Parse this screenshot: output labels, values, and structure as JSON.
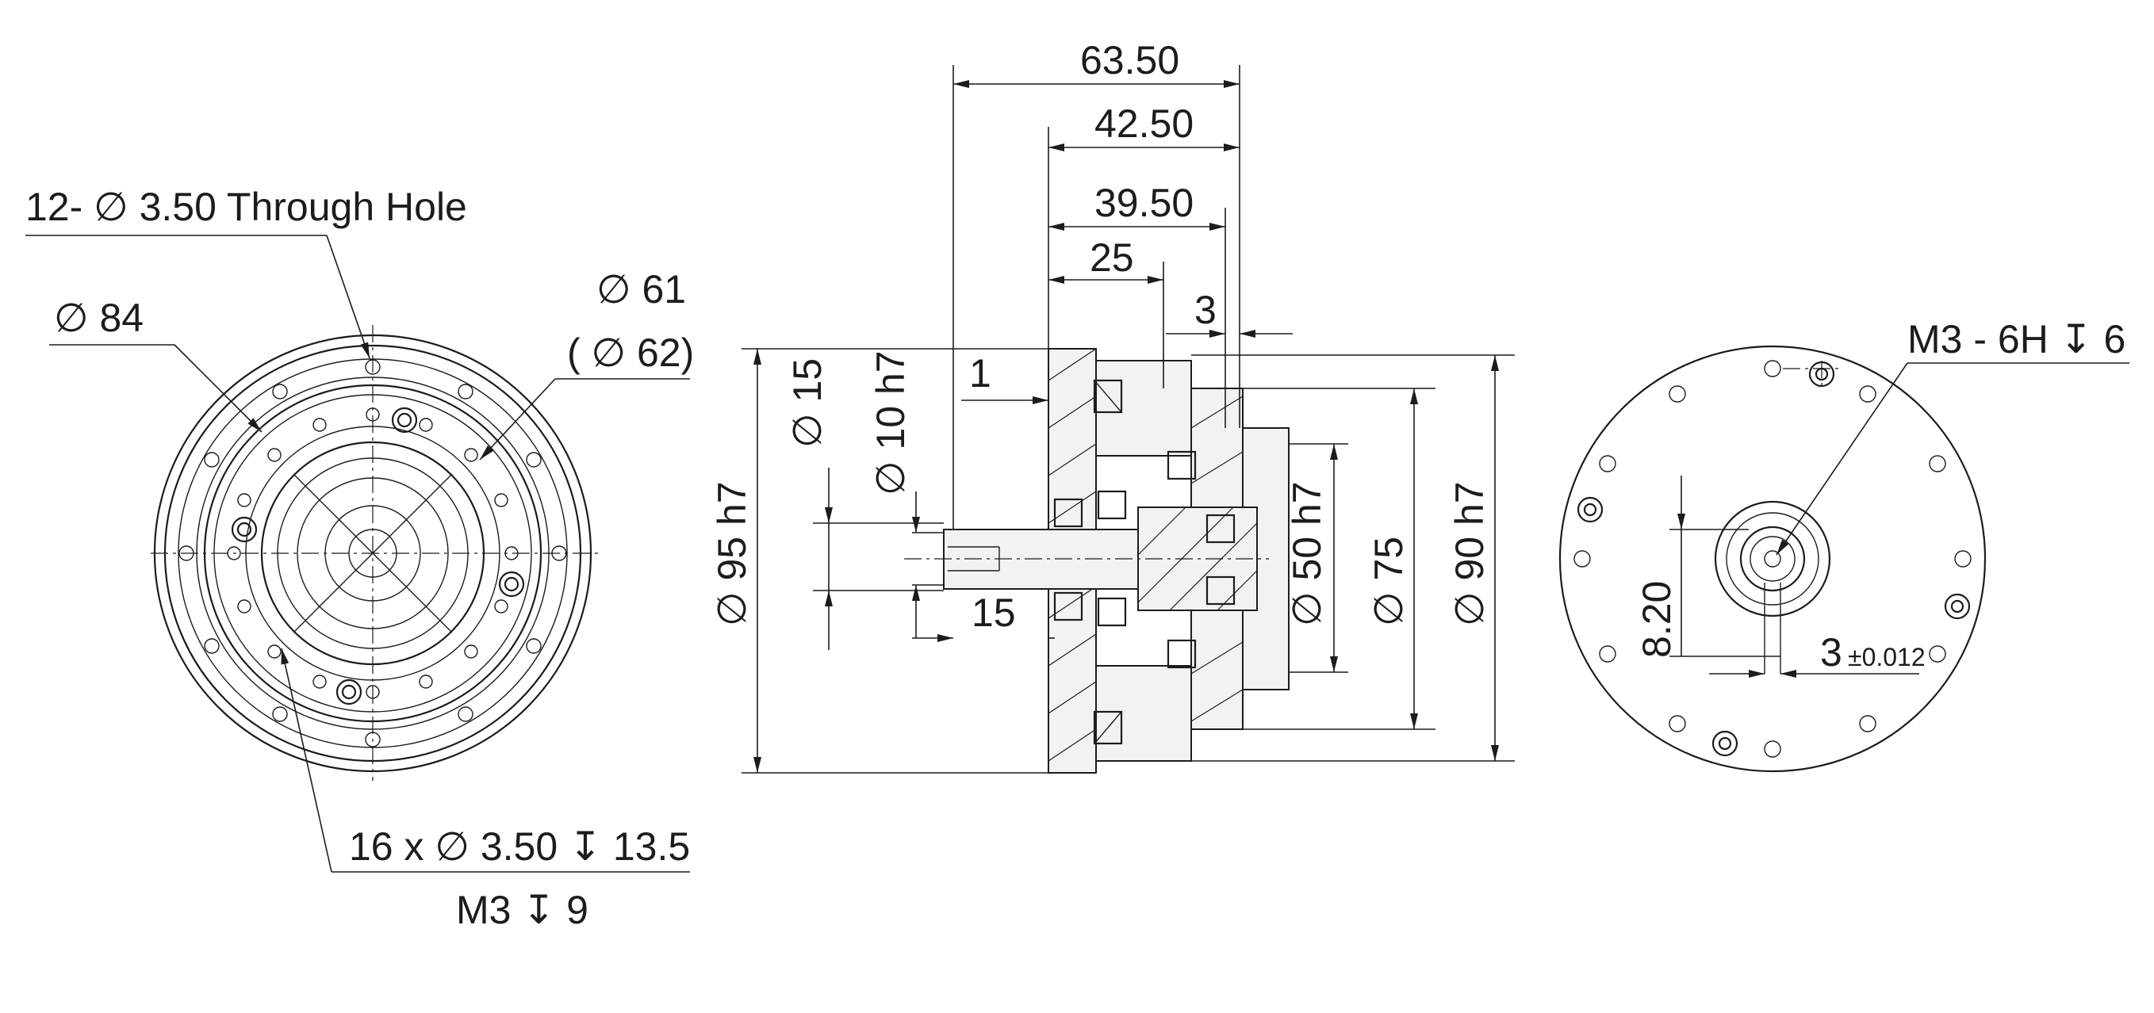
{
  "colors": {
    "line": "#1c1c1c",
    "background": "#ffffff",
    "fill": "#f2f2f2"
  },
  "front_view": {
    "through_hole": "12- ∅ 3.50 Through Hole",
    "outer_diameter": "∅ 84",
    "pcd": "∅ 61",
    "pcd_ref": "( ∅ 62)",
    "tapped_holes": "16 x  ∅  3.50 ↧ 13.5",
    "thread": "M3 ↧ 9"
  },
  "section_view": {
    "len_total": "63.50",
    "len_42": "42.50",
    "len_39": "39.50",
    "len_25": "25",
    "len_3": "3",
    "len_1": "1",
    "len_15": "15",
    "dia_15": "∅ 15",
    "dia_10": "∅ 10 h7",
    "dia_95": "∅ 95 h7",
    "dia_50": "∅ 50 h7",
    "dia_75": "∅ 75",
    "dia_90": "∅ 90 h7"
  },
  "rear_view": {
    "thread": "M3 - 6H ↧  6",
    "dim_820": "8.20",
    "dim_3": "3",
    "tolerance": "±0.012"
  }
}
